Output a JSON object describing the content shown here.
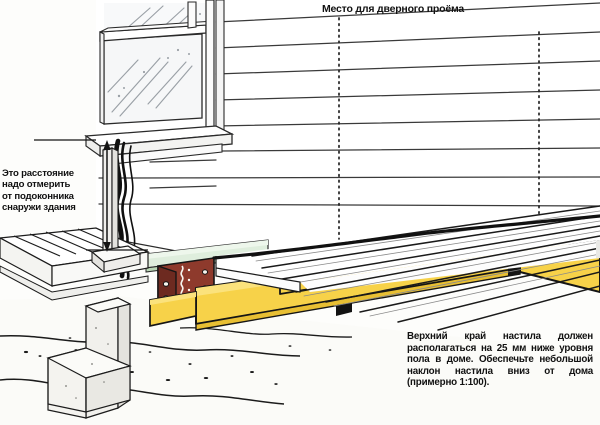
{
  "figure": {
    "kind": "construction-diagram",
    "subject": "Deck ledger and joist attachment at house wall",
    "background_color": "#fdfdfb"
  },
  "labels": {
    "door_opening": "Место для дверного проёма",
    "left_note": "Это расстояние\nнадо  отмерить\nот подоконника\nснаружи здания",
    "right_note": "Верхний край настила должен располагаться на 25 мм ниже уровня пола в доме. Обеспечьте небольшой наклон настила вниз от дома (примерно 1:100)."
  },
  "measurements": {
    "deck_below_floor_mm": "25",
    "slope_ratio": "1:100"
  },
  "colors": {
    "joist_yellow": "#f7d249",
    "joist_yellow_shade": "#e8bf33",
    "hanger_red": "#8e3a2c",
    "hanger_red_dark": "#6d2a20",
    "ledger_green": "#dfeedd",
    "ledger_green_edge": "#b9d6b5",
    "ink": "#151515",
    "siding_line": "#3a3a3a",
    "concrete": "#f1f0ec",
    "glass": "#f6f7f8"
  },
  "parts": [
    {
      "name": "house-siding-wall",
      "label": "Стена дома с сайдингом"
    },
    {
      "name": "window",
      "label": "Окно"
    },
    {
      "name": "window-sill",
      "label": "Подоконник"
    },
    {
      "name": "ledger-board",
      "label": "Прижимная доска (леджер)"
    },
    {
      "name": "joist-hanger",
      "label": "Опорный кронштейн балки"
    },
    {
      "name": "floor-joist",
      "label": "Балка настила"
    },
    {
      "name": "rim-joist",
      "label": "Лобовая балка"
    },
    {
      "name": "decking-boards",
      "label": "Доски настила"
    },
    {
      "name": "concrete-pier",
      "label": "Бетонная опора"
    },
    {
      "name": "ground",
      "label": "Грунт"
    },
    {
      "name": "dimension-arrow",
      "label": "Размерная стрелка"
    },
    {
      "name": "door-opening-marker",
      "label": "Отметка дверного проёма"
    }
  ]
}
